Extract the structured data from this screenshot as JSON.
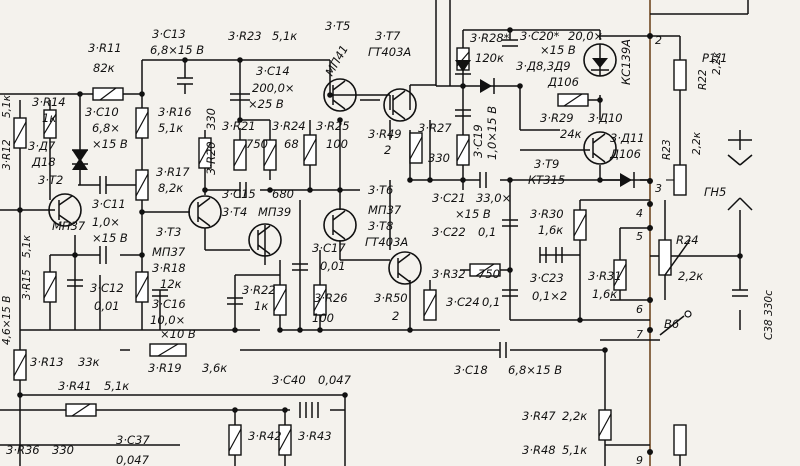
{
  "labels": {
    "r11": "3·R11",
    "r11v": "82к",
    "c13": "3·C13",
    "c13v": "6,8×15 В",
    "r23": "3·R23",
    "r23v": "5,1к",
    "t5": "3·T5",
    "t5t": "МП41",
    "t7": "3·T7",
    "t7t": "ГТ403А",
    "r28": "3·R28*",
    "r28v": "120к",
    "c20": "3·C20*",
    "c20v": "20,0×",
    "c20v2": "×15 В",
    "d8": "3·Д8,3Д9",
    "d8t": "Д106",
    "kc": "КС139А",
    "r14": "3·R14",
    "r14v": "1к",
    "c10": "3·C10",
    "c10v": "6,8×",
    "c10v2": "×15 В",
    "r16": "3·R16",
    "r16v": "5,1к",
    "c14": "3·C14",
    "c14v": "200,0×",
    "c14v2": "×25 В",
    "r21": "3·R21",
    "r21v": "750",
    "r24": "3·R24",
    "r24v": "68",
    "r25": "3·R25",
    "r25v": "100",
    "r49": "3·R49",
    "r49v": "2",
    "r27": "3·R27",
    "r27v": "330",
    "c19": "3·C19",
    "c19v": "1,0×15 В",
    "r29": "3·R29",
    "r29v": "24к",
    "d10": "3·Д10",
    "d11": "3·Д11",
    "d11t": "Д106",
    "d7": "3·Д7",
    "d7t": "Д18",
    "r12": "3·R12",
    "r12v": "5,1к",
    "r20": "3·R20",
    "r20v": "330",
    "r17": "3·R17",
    "r17v": "8,2к",
    "t9": "3·T9",
    "t9t": "КТ315",
    "t2": "3·T2",
    "t2t": "МП37",
    "c11": "3·C11",
    "c11v": "1,0×",
    "c11v2": "×15 В",
    "c15": "3·C15",
    "c15v": "680",
    "t4": "3·T4",
    "t4t": "МП39",
    "t6": "3·T6",
    "t6t": "МП37",
    "t8": "3·T8",
    "t8t": "ГТ403А",
    "c21": "3·C21",
    "c21v": "33,0×",
    "c21v2": "×15 В",
    "c22": "3·C22",
    "c22v": "0,1",
    "r30": "3·R30",
    "r30v": "1,6к",
    "t3": "3·T3",
    "t3t": "МП37",
    "r18": "3·R18",
    "r18v": "12к",
    "c17": "3·C17",
    "c17v": "0,01",
    "r32": "3·R32",
    "r32v": "750",
    "c23": "3·C23",
    "c23v": "0,1×2",
    "r15": "3·R15",
    "r15v": "5,1к",
    "c12": "3·C12",
    "c12v": "0,01",
    "r22b": "3·R22",
    "r22bv": "1к",
    "r26": "3·R26",
    "r26v": "100",
    "r50": "3·R50",
    "r50v": "2",
    "c24": "3·C24",
    "c24v": "0,1",
    "r31": "3·R31",
    "r31v": "1,6к",
    "c16": "3·C16",
    "c16v": "10,0×",
    "c16v2": "×10 В",
    "r19": "3·R19",
    "r19v": "3,6к",
    "r13": "3·R13",
    "r13v": "33к",
    "c18": "3·C18",
    "c18v": "6,8×15 В",
    "r41": "3·R41",
    "r41v": "5,1к",
    "c40": "3·C40",
    "c40v": "0,047",
    "r47": "3·R47",
    "r47v": "2,2к",
    "r48": "3·R48",
    "r48v": "5,1к",
    "r36": "3·R36",
    "r36v": "330",
    "c37": "3·C37",
    "c37v": "0,047",
    "r42": "3·R42",
    "r43": "3·R43",
    "r22": "R22",
    "r22v": "2,2к",
    "r23o": "R23",
    "r23ov": "2,2к",
    "r24o": "R24",
    "r24ov": "2,2к",
    "gn5": "ГН5",
    "b6": "В6",
    "p1": "Р1/1",
    "c38": "C38 330с",
    "left1": "4,6×15 В",
    "pins": [
      "2",
      "3",
      "4",
      "5",
      "6",
      "7",
      "9"
    ]
  }
}
